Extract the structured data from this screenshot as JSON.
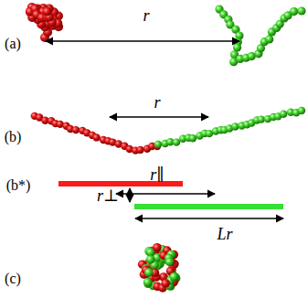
{
  "diagram": {
    "labels": [
      "(a)",
      "r",
      "(b)",
      "r",
      "r∥",
      "(b*)",
      "r⊥",
      "Lr",
      "(c)"
    ]
  }
}
